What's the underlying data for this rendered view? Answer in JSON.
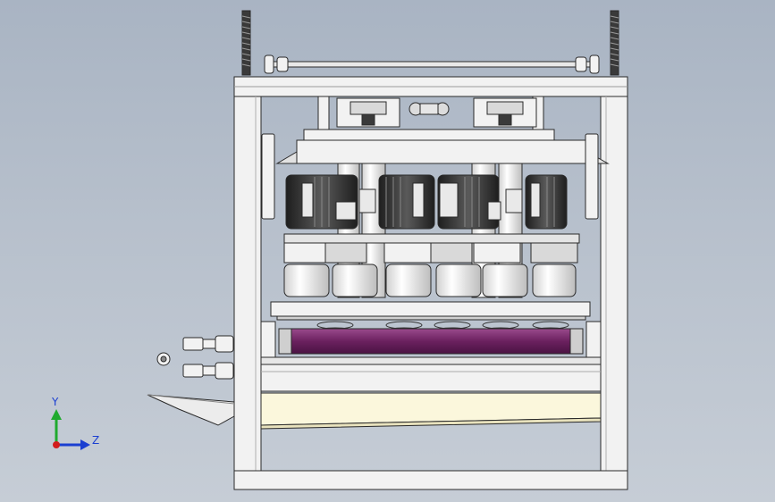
{
  "viewport": {
    "background_top": "#a9b4c3",
    "background_bottom": "#c6cdd6"
  },
  "model": {
    "frame_color": "#f2f2f2",
    "outline_color": "#2a2a2a",
    "motor_dark": "#2b2b2b",
    "motor_light": "#e9e9e9",
    "roller_color": "#7a2c6e",
    "tray_color": "#fbf7dc",
    "motor_count": 4,
    "spindle_count": 6
  },
  "triad": {
    "y_label": "Y",
    "z_label": "Z",
    "y_color": "#1faa2e",
    "z_color": "#1b3fd1",
    "origin_color": "#d21c1c"
  }
}
